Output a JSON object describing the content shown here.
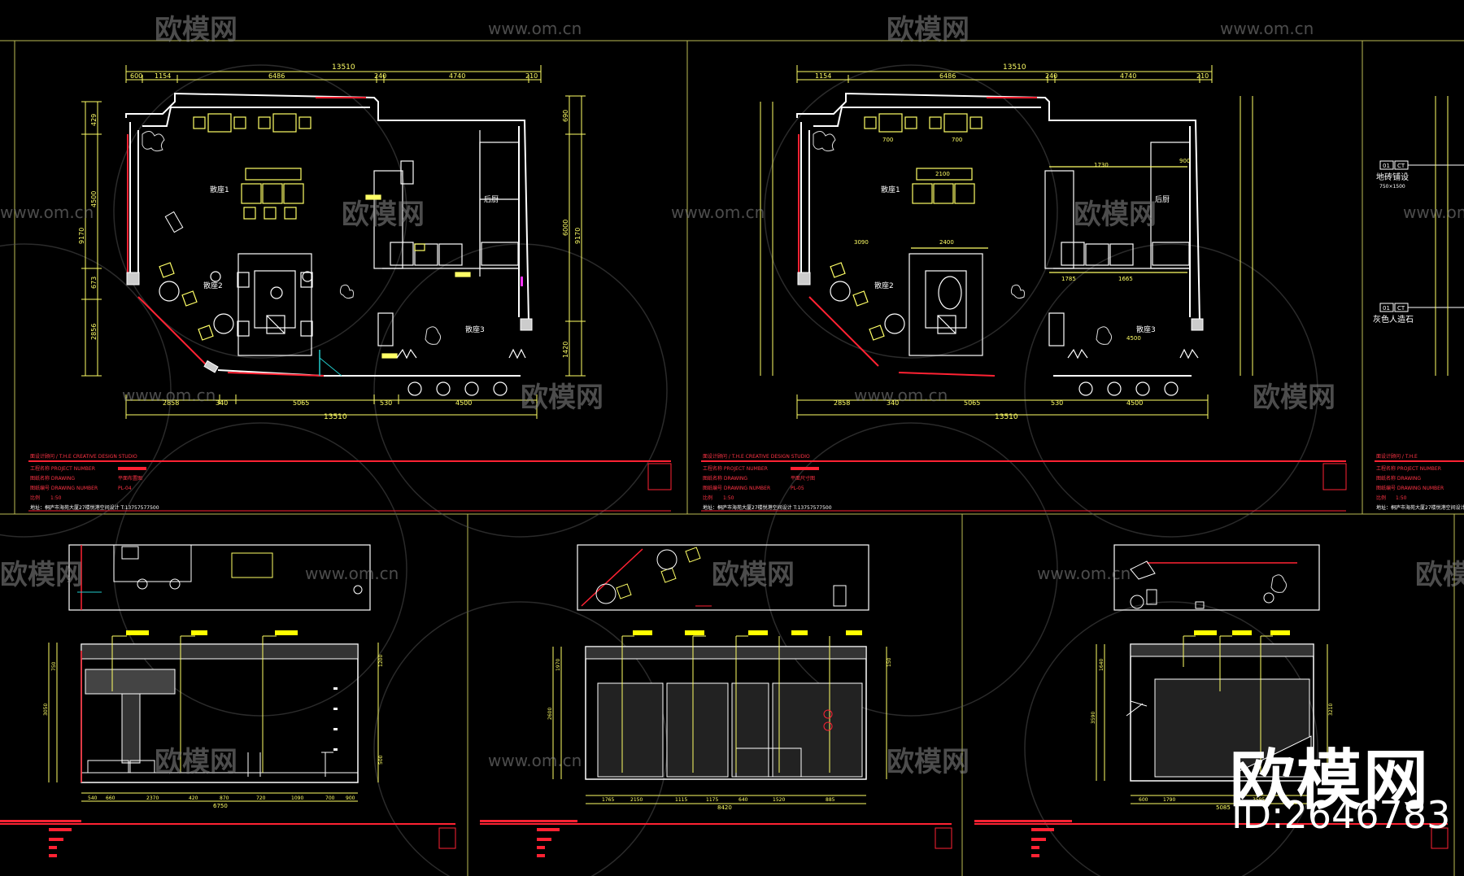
{
  "watermark": {
    "logo": "欧模网",
    "url": "www.om.cn"
  },
  "overlay": {
    "brand": "欧模网",
    "id": "ID:2646783"
  },
  "colors": {
    "background": "#000000",
    "line": "#ffff66",
    "wall": "#ffffff",
    "accent": "#ff2233",
    "cyan": "#22cccc",
    "magenta": "#ff33ff"
  },
  "plan_left": {
    "dims_top": [
      "600",
      "1154",
      "6486",
      "240",
      "4740",
      "210"
    ],
    "total": "13510",
    "rooms": [
      "散座1",
      "散座2",
      "散座3",
      "后厨"
    ],
    "dims_left": [
      "429",
      "4500",
      "9170",
      "673",
      "2856"
    ],
    "dims_right": [
      "690",
      "6000",
      "9170",
      "1420"
    ],
    "dims_bottom": [
      "2858",
      "340",
      "5065",
      "530",
      "4500"
    ],
    "total_bottom": "13510"
  },
  "plan_right": {
    "dims_top": [
      "1154",
      "6486",
      "240",
      "4740",
      "210"
    ],
    "total": "13510",
    "rooms": [
      "散座1",
      "散座2",
      "散座3",
      "后厨"
    ],
    "inner_dims": [
      "700",
      "700",
      "2100",
      "3090",
      "2400",
      "1730",
      "1785",
      "1665",
      "4500",
      "900"
    ],
    "dims_bottom": [
      "2858",
      "340",
      "5065",
      "530",
      "4500"
    ],
    "total_bottom": "13510"
  },
  "title_blocks": [
    {
      "header": "面设计顾问 / T.H.E CREATIVE DESIGN STUDIO",
      "project": "工程名称 PROJECT NUMBER",
      "drawing": "图纸名称 DRAWING",
      "drawing_value": "平面布置图",
      "number": "图纸编号 DRAWING NUMBER",
      "number_value": "PL-04",
      "scale": "比例",
      "scale_value": "1:50",
      "address": "地址：桐庐市海苑大厦27楼悦港空间设计  T:13757577500"
    },
    {
      "header": "面设计顾问 / T.H.E CREATIVE DESIGN STUDIO",
      "project": "工程名称 PROJECT NUMBER",
      "drawing": "图纸名称 DRAWING",
      "drawing_value": "平面尺寸图",
      "number": "图纸编号 DRAWING NUMBER",
      "number_value": "PL-05",
      "scale": "比例",
      "scale_value": "1:50",
      "address": "地址：桐庐市海苑大厦27楼悦港空间设计  T:13757577500"
    },
    {
      "header": "面设计顾问 / T.H.E",
      "project": "工程名称 PROJECT NUMBER",
      "drawing": "图纸名称 DRAWING",
      "number": "图纸编号 DRAWING NUMBER",
      "scale": "比例",
      "scale_value": "1:50",
      "address": "地址：桐庐市海苑大厦27楼悦港空间设计"
    }
  ],
  "legend": {
    "item1_code": "01",
    "item1_tag": "CT",
    "item1_label": "地砖铺设",
    "item1_size": "750×1500",
    "item2_code": "01",
    "item2_tag": "CT",
    "item2_label": "灰色人造石"
  },
  "elevations": [
    {
      "bottom_dims": [
        "540",
        "660",
        "2370",
        "420",
        "870",
        "720",
        "1090",
        "700",
        "900"
      ],
      "total": "6750",
      "side_dims": [
        "750",
        "3050",
        "1200",
        "500"
      ]
    },
    {
      "bottom_dims": [
        "1765",
        "2150",
        "1115",
        "1175",
        "640",
        "1520",
        "885"
      ],
      "total": "8420",
      "side_dims": [
        "1970",
        "2600",
        "150"
      ]
    },
    {
      "bottom_dims": [
        "600",
        "1790",
        "3595"
      ],
      "total": "5085",
      "side_dims": [
        "1640",
        "3590",
        "3210"
      ]
    }
  ]
}
